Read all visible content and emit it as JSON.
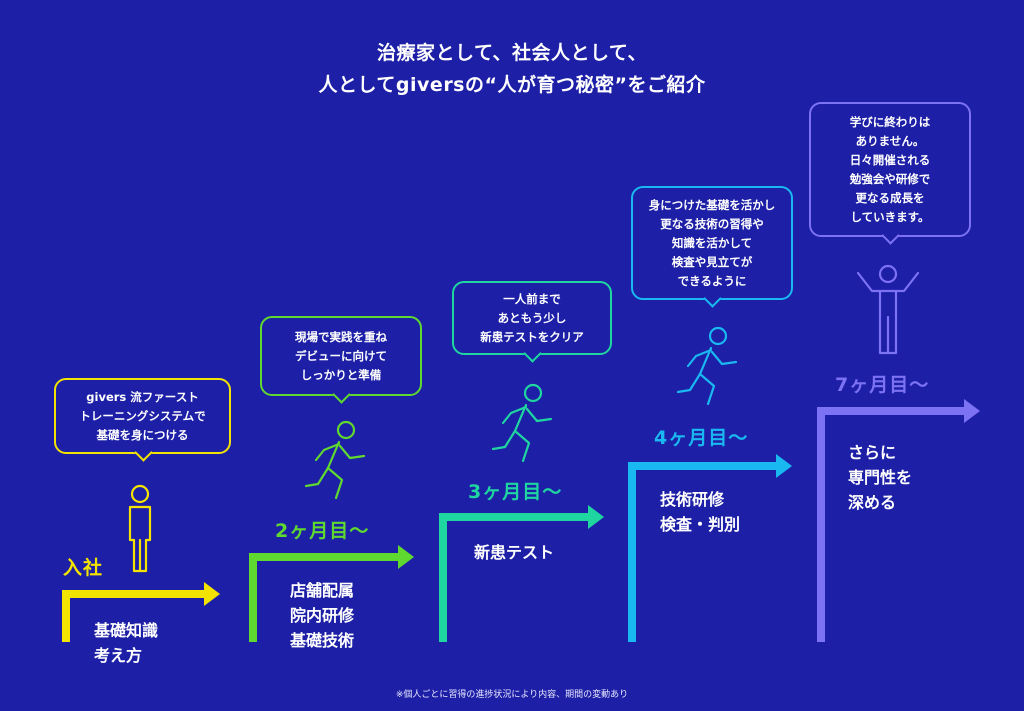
{
  "title": {
    "line1": "治療家として、社会人として、",
    "line2": "人としてgiversの“人が育つ秘密”をご紹介"
  },
  "stages": [
    {
      "color": "#f2e400",
      "period": "入社",
      "bubble": "givers 流ファースト\nトレーニングシステムで\n基礎を身につける",
      "content": "基礎知識\n考え方",
      "icon": "standing-person-icon"
    },
    {
      "color": "#5fd92f",
      "period": "2ヶ月目〜",
      "bubble": "現場で実践を重ね\nデビューに向けて\nしっかりと準備",
      "content": "店舗配属\n院内研修\n基礎技術",
      "icon": "running-person-icon"
    },
    {
      "color": "#1fd6a0",
      "period": "3ヶ月目〜",
      "bubble": "一人前まで\nあともう少し\n新患テストをクリア",
      "content": "新患テスト",
      "icon": "running-person-icon"
    },
    {
      "color": "#1ab8f0",
      "period": "4ヶ月目〜",
      "bubble": "身につけた基礎を活かし\n更なる技術の習得や\n知識を活かして\n検査や見立てが\nできるように",
      "content": "技術研修\n検査・判別",
      "icon": "running-person-icon"
    },
    {
      "color": "#7d72f3",
      "period": "7ヶ月目〜",
      "bubble": "学びに終わりは\nありません。\n日々開催される\n勉強会や研修で\n更なる成長を\nしていきます。",
      "content": "さらに\n専門性を\n深める",
      "icon": "cheering-person-icon"
    }
  ],
  "footnote": "※個人ごとに習得の進捗状況により内容、期間の変動あり"
}
